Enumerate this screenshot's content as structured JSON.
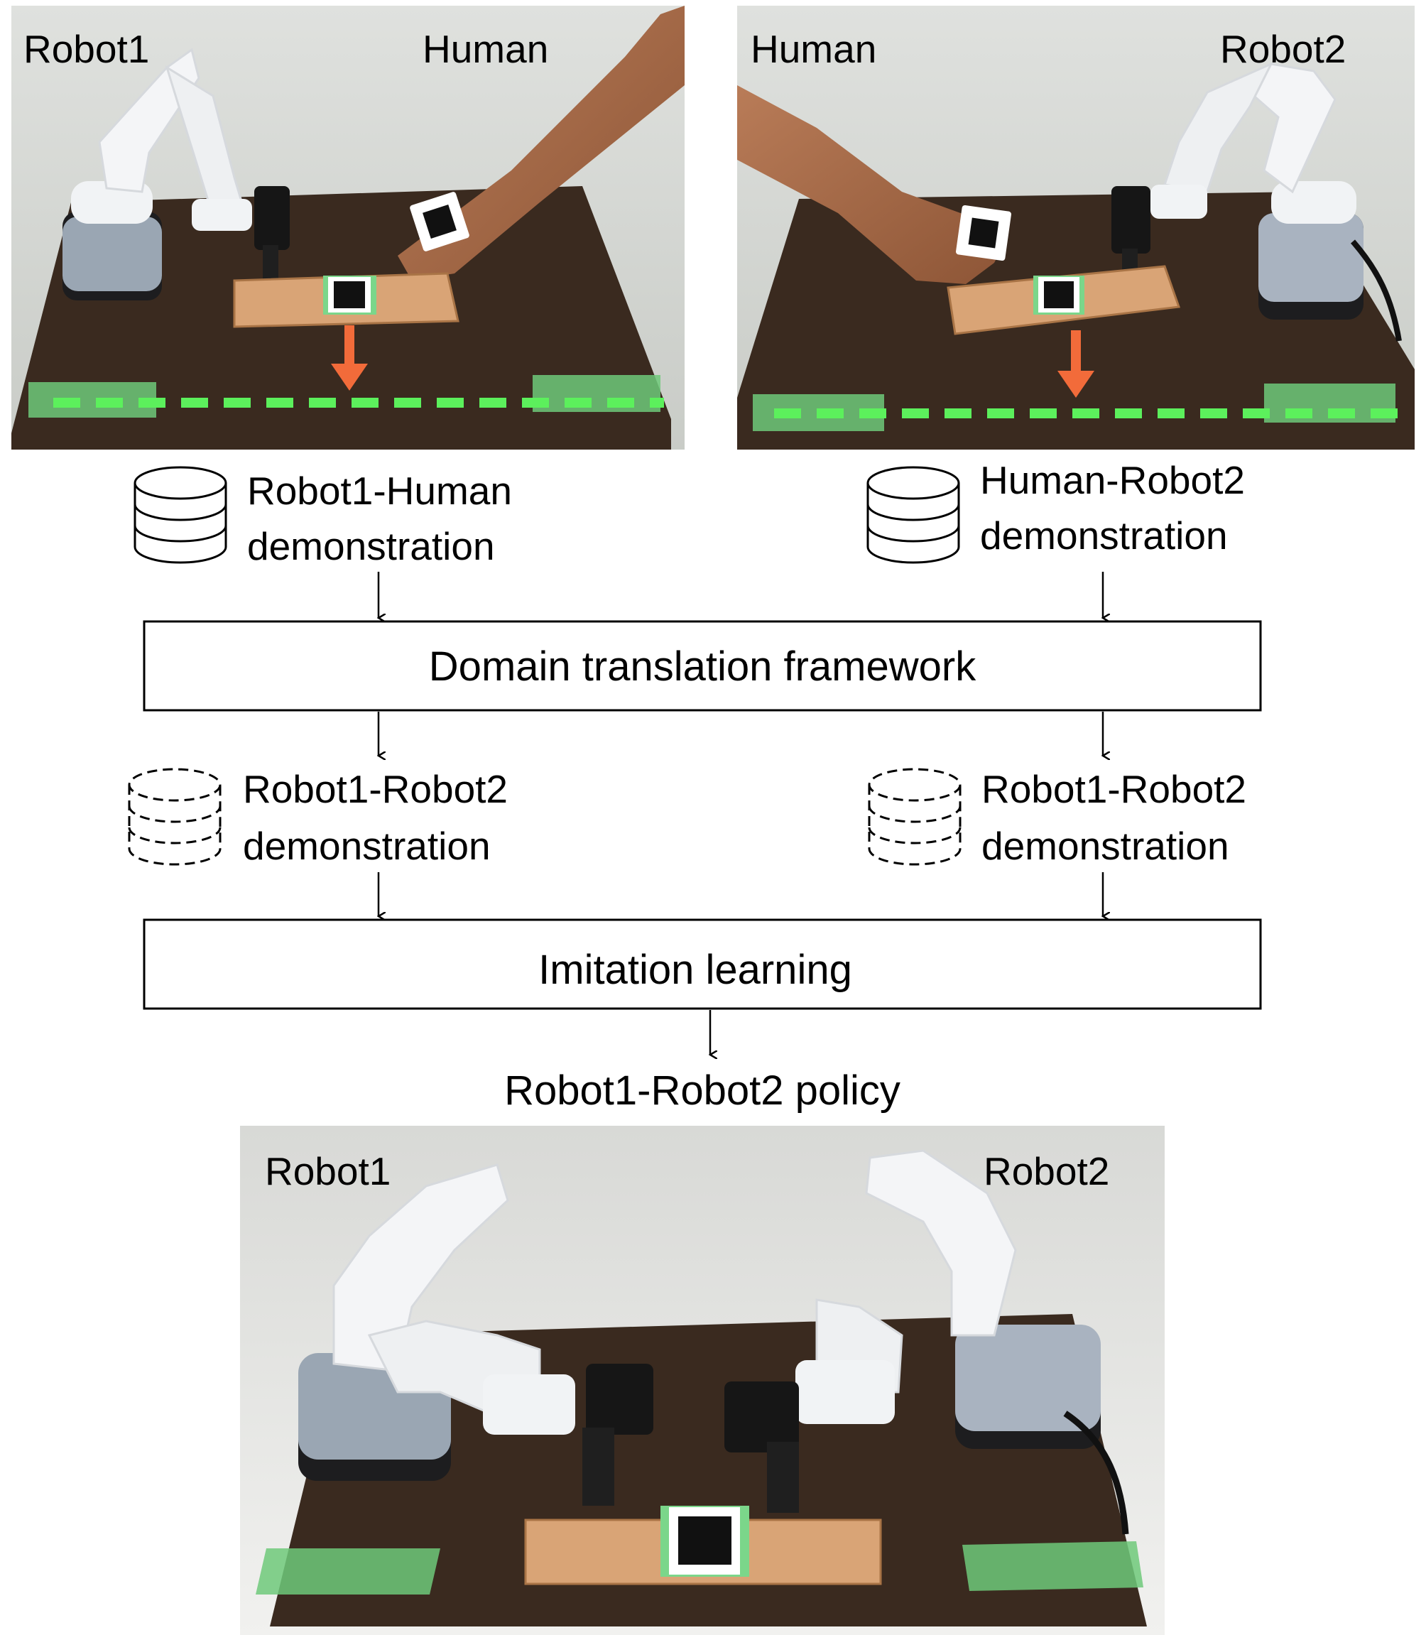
{
  "photos": {
    "top_left": {
      "left_label": "Robot1",
      "right_label": "Human"
    },
    "top_right": {
      "left_label": "Human",
      "right_label": "Robot2"
    },
    "bottom": {
      "left_label": "Robot1",
      "right_label": "Robot2"
    }
  },
  "datasets": {
    "left": {
      "line1": "Robot1-Human",
      "line2": "demonstration"
    },
    "right": {
      "line1": "Human-Robot2",
      "line2": "demonstration"
    }
  },
  "translated": {
    "left": {
      "line1": "Robot1-Robot2",
      "line2": "demonstration"
    },
    "right": {
      "line1": "Robot1-Robot2",
      "line2": "demonstration"
    }
  },
  "boxes": {
    "translation": "Domain translation framework",
    "imitation": "Imitation learning"
  },
  "policy_label": "Robot1-Robot2 policy",
  "icons": {
    "real_dataset": "database-icon",
    "translated_dataset": "dashed-database-icon"
  },
  "colors": {
    "push_arrow": "#f26b3a",
    "goal_line": "#5cf05c",
    "table": "#3b2a20",
    "block": "#d9a476",
    "marker_tape": "#7bd68a"
  }
}
